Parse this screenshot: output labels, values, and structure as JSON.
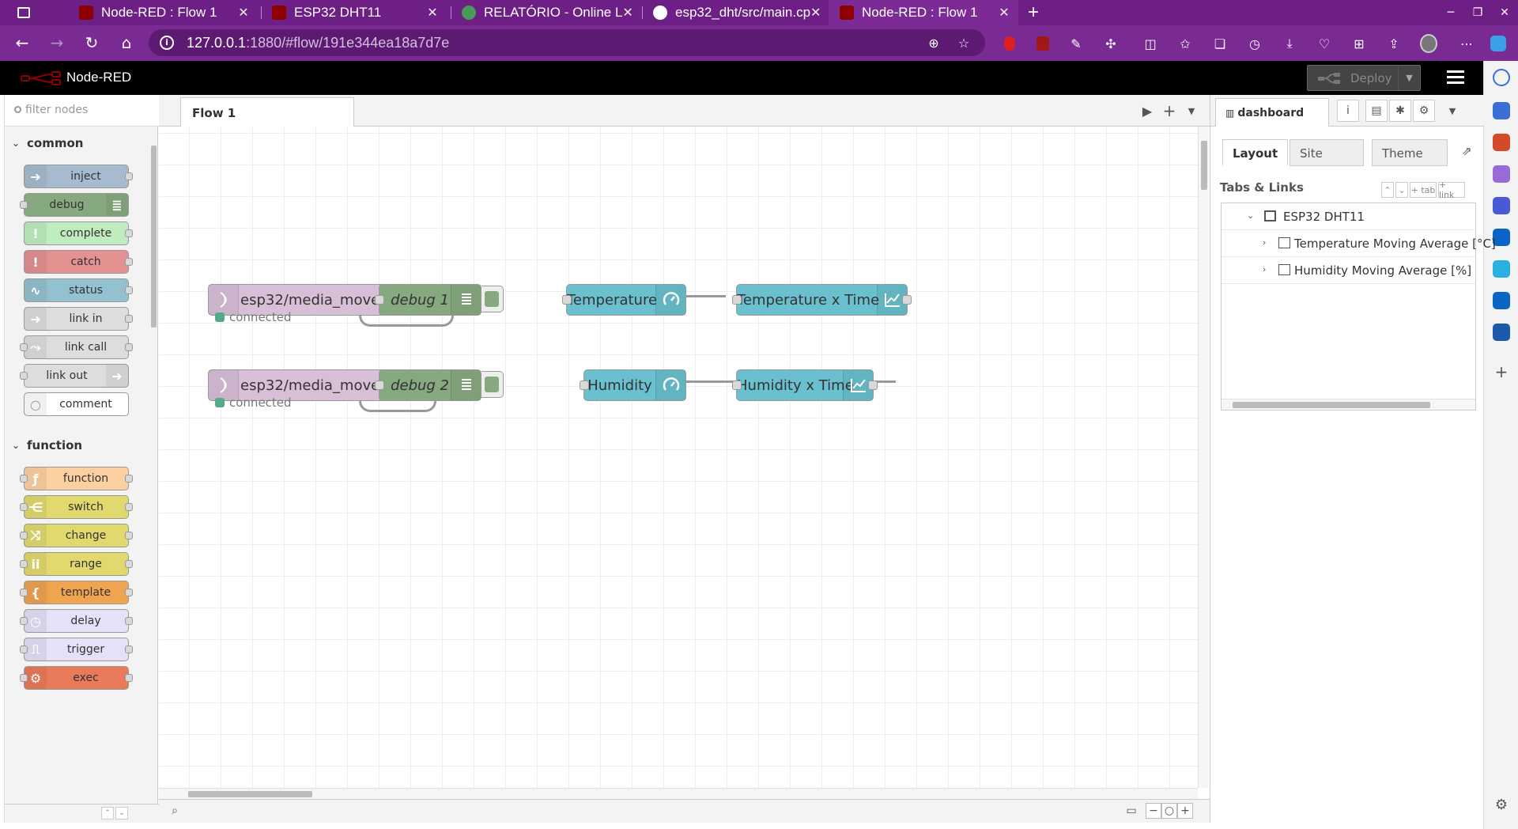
{
  "browser": {
    "tabs": [
      {
        "title": "Node-RED : Flow 1",
        "favicon_color": "#8f0000"
      },
      {
        "title": "ESP32 DHT11",
        "favicon_color": "#8f0000"
      },
      {
        "title": "RELATÓRIO - Online L",
        "favicon_color": "#4a9a5a"
      },
      {
        "title": "esp32_dht/src/main.cp",
        "favicon_color": "#ffffff"
      },
      {
        "title": "Node-RED : Flow 1",
        "favicon_color": "#8f0000"
      }
    ],
    "url_host": "127.0.0.1",
    "url_rest": ":1880/#flow/191e344ea18a7d7e",
    "accent": "#7a2a93"
  },
  "app": {
    "title": "Node-RED",
    "deploy_label": "Deploy"
  },
  "palette": {
    "filter_placeholder": "filter nodes",
    "categories": [
      {
        "name": "common",
        "nodes": [
          {
            "label": "inject",
            "color": "#a6bbcf",
            "icon": "arrow-right-icon",
            "in": false,
            "out": true
          },
          {
            "label": "debug",
            "color": "#87a980",
            "icon": "list-icon",
            "in": true,
            "out": false,
            "icon_right": true
          },
          {
            "label": "complete",
            "color": "#c0edc0",
            "icon": "exclamation-icon",
            "in": false,
            "out": true
          },
          {
            "label": "catch",
            "color": "#e49191",
            "icon": "exclamation-icon",
            "in": false,
            "out": true
          },
          {
            "label": "status",
            "color": "#94c1d0",
            "icon": "pulse-icon",
            "in": false,
            "out": true
          },
          {
            "label": "link in",
            "color": "#dddddd",
            "icon": "link-in-icon",
            "in": false,
            "out": true
          },
          {
            "label": "link call",
            "color": "#dddddd",
            "icon": "link-call-icon",
            "in": true,
            "out": true
          },
          {
            "label": "link out",
            "color": "#dddddd",
            "icon": "link-out-icon",
            "in": true,
            "out": false,
            "icon_right": true
          },
          {
            "label": "comment",
            "color": "#ffffff",
            "icon": "comment-icon",
            "in": false,
            "out": false
          }
        ]
      },
      {
        "name": "function",
        "nodes": [
          {
            "label": "function",
            "color": "#fdd0a2",
            "icon": "function-icon",
            "in": true,
            "out": true
          },
          {
            "label": "switch",
            "color": "#e2d96e",
            "icon": "switch-icon",
            "in": true,
            "out": true
          },
          {
            "label": "change",
            "color": "#e2d96e",
            "icon": "shuffle-icon",
            "in": true,
            "out": true
          },
          {
            "label": "range",
            "color": "#e2d96e",
            "icon": "range-icon",
            "in": true,
            "out": true
          },
          {
            "label": "template",
            "color": "#f0a450",
            "icon": "brace-icon",
            "in": true,
            "out": true
          },
          {
            "label": "delay",
            "color": "#e6e0f8",
            "icon": "clock-icon",
            "in": true,
            "out": true
          },
          {
            "label": "trigger",
            "color": "#e6e0f8",
            "icon": "trigger-icon",
            "in": true,
            "out": true
          },
          {
            "label": "exec",
            "color": "#e97b5b",
            "icon": "gear-icon",
            "in": true,
            "out": true
          }
        ]
      }
    ]
  },
  "workspace": {
    "flow_tab": "Flow 1",
    "nodes": {
      "mqtt1": {
        "label": "esp32/media_movel_temp",
        "status": "connected",
        "color": "#d8bfd8"
      },
      "debug1": {
        "label": "debug 1",
        "color": "#87a980"
      },
      "gauge1": {
        "label": "Temperature",
        "color": "#6ac0ce"
      },
      "chart1": {
        "label": "Temperature x Time",
        "color": "#6ac0ce"
      },
      "mqtt2": {
        "label": "esp32/media_movel_umid",
        "status": "connected",
        "color": "#d8bfd8"
      },
      "debug2": {
        "label": "debug 2",
        "color": "#87a980"
      },
      "gauge2": {
        "label": "Humidity",
        "color": "#6ac0ce"
      },
      "chart2": {
        "label": "Humidity x Time",
        "color": "#6ac0ce"
      }
    }
  },
  "sidebar": {
    "active_tab": "dashboard",
    "dash_tabs": [
      "Layout",
      "Site",
      "Theme"
    ],
    "section_title": "Tabs & Links",
    "buttons": {
      "tab": "+ tab",
      "link": "+ link"
    },
    "tree": {
      "group": "ESP32 DHT11",
      "items": [
        "Temperature Moving Average [°C]",
        "Humidity Moving Average [%]"
      ]
    }
  }
}
